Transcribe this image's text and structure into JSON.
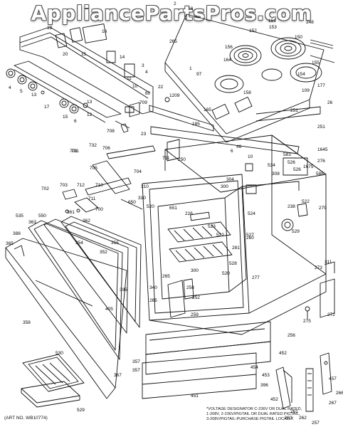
{
  "watermark": "AppliancePartsPros.com",
  "art_no": "(ART NO. WB10774)",
  "note_lines": [
    "*VOLTAGE DESIGNATOR C-236V OR DUAL RATED,",
    "1-208V, 2-236V/PIGTAIL OR DUAL RATED PIGTAIL,",
    "3-208V/PIGTAIL-PURCHASE PIGTAIL LOCALLY."
  ],
  "part_labels": [
    "18",
    "20",
    "15",
    "16",
    "14",
    "3",
    "4",
    "60",
    "10",
    "11",
    "17",
    "12",
    "13",
    "15",
    "4",
    "5",
    "6",
    "13",
    "709",
    "708",
    "706",
    "705",
    "701",
    "702",
    "703",
    "704",
    "710",
    "711",
    "712",
    "700",
    "732",
    "731",
    "362",
    "361",
    "535",
    "363",
    "550",
    "388",
    "365",
    "354",
    "352",
    "355",
    "357",
    "358",
    "395",
    "405",
    "530",
    "529",
    "367",
    "357",
    "2",
    "18",
    "151",
    "152",
    "153",
    "150",
    "248",
    "156",
    "164",
    "155",
    "154",
    "158",
    "1",
    "22",
    "1209",
    "97",
    "109",
    "185",
    "165",
    "251",
    "251",
    "26",
    "177",
    "23",
    "250",
    "711",
    "304",
    "310",
    "46",
    "6",
    "10",
    "1645",
    "276",
    "583",
    "526",
    "534",
    "526",
    "1675",
    "588",
    "308",
    "300",
    "310",
    "520",
    "226",
    "522",
    "651",
    "300",
    "650",
    "520",
    "528",
    "529",
    "523",
    "522",
    "524",
    "238",
    "279",
    "281",
    "527",
    "260",
    "277",
    "265",
    "340",
    "258",
    "252",
    "265",
    "259",
    "311",
    "273",
    "272",
    "275",
    "256",
    "452",
    "453",
    "396",
    "454",
    "452",
    "451",
    "457",
    "261",
    "263",
    "262",
    "257",
    "267",
    "266",
    "265",
    "1"
  ]
}
